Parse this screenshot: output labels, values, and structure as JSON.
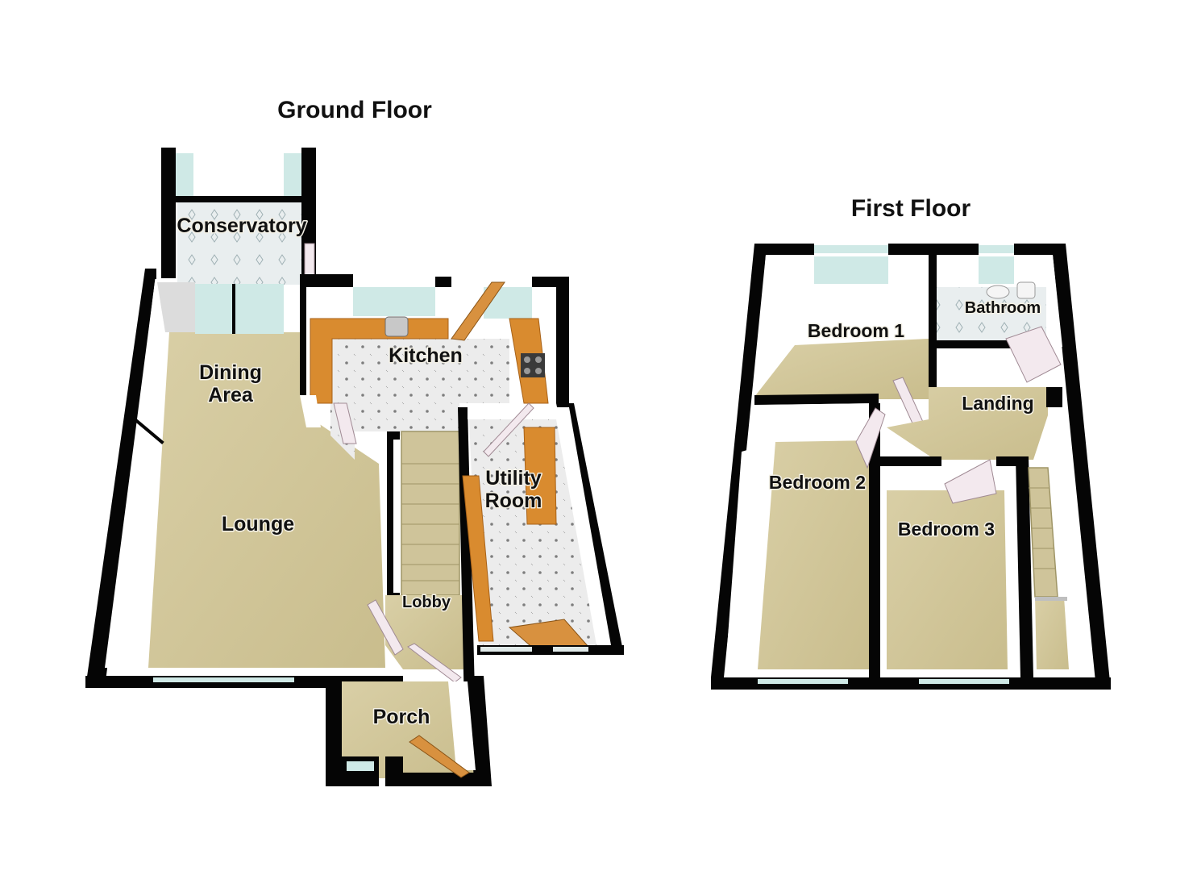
{
  "floors": {
    "ground": {
      "title": "Ground Floor",
      "rooms": {
        "conservatory": "Conservatory",
        "kitchen": "Kitchen",
        "dining_area_line1": "Dining",
        "dining_area_line2": "Area",
        "lounge": "Lounge",
        "utility_line1": "Utility",
        "utility_line2": "Room",
        "lobby": "Lobby",
        "porch": "Porch"
      }
    },
    "first": {
      "title": "First Floor",
      "rooms": {
        "bedroom1": "Bedroom 1",
        "bathroom": "Bathroom",
        "landing": "Landing",
        "bedroom2": "Bedroom 2",
        "bedroom3": "Bedroom 3"
      }
    }
  },
  "colors": {
    "wall": "#050505",
    "carpet": "#d2c79c",
    "tile_floor": "#e6e6e6",
    "worktop": "#d98b2f",
    "glass": "#cfe9e6"
  }
}
